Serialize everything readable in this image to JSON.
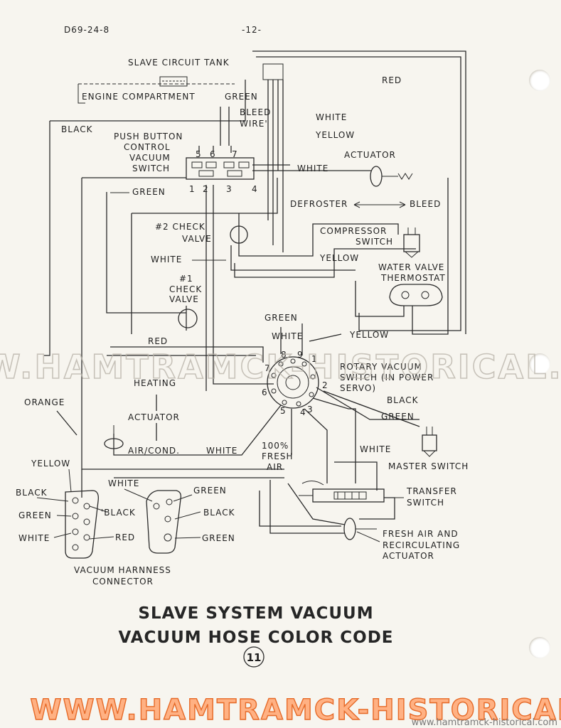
{
  "header": {
    "doc_id": "D69-24-8",
    "page_number": "-12-"
  },
  "labels": {
    "slave_circuit_tank": "SLAVE CIRCUIT TANK",
    "engine_compartment": "ENGINE COMPARTMENT",
    "green_top": "GREEN",
    "red_top": "RED",
    "black_left": "BLACK",
    "bleed_wire_1": "BLEED",
    "bleed_wire_2": "WIRE'",
    "white_top": "WHITE",
    "yellow_top": "YELLOW",
    "pushbutton_1": "PUSH BUTTON",
    "pushbutton_2": "CONTROL",
    "pushbutton_3": "VACUUM",
    "pushbutton_4": "SWITCH",
    "port_5": "5",
    "port_6": "6",
    "port_7": "7",
    "port_1": "1",
    "port_2": "2",
    "port_3": "3",
    "port_4": "4",
    "actuator_top": "ACTUATOR",
    "white_actuator": "WHITE",
    "green_left": "GREEN",
    "defroster": "DEFROSTER",
    "bleed_right": "BLEED",
    "check2_1": "#2 CHECK",
    "check2_2": "VALVE",
    "compressor_1": "COMPRESSOR",
    "compressor_2": "SWITCH",
    "white_mid": "WHITE",
    "yellow_mid": "YELLOW",
    "water_valve_1": "WATER VALVE",
    "water_valve_2": "THERMOSTAT",
    "check1_1": "#1",
    "check1_2": "CHECK",
    "check1_3": "VALVE",
    "green_mid": "GREEN",
    "red_mid": "RED",
    "white_rotary": "WHITE",
    "yellow_rotary": "YELLOW",
    "rotary_1": "ROTARY VACUUM",
    "rotary_2": "SWITCH (IN POWER",
    "rotary_3": "SERVO)",
    "r8": "8",
    "r9": "9",
    "r1": "1",
    "r7": "7",
    "r2": "2",
    "r6": "6",
    "r5": "5",
    "r4": "4",
    "r3": "3",
    "heating": "HEATING",
    "actuator_mid": "ACTUATOR",
    "aircond": "AIR/COND.",
    "white_aircond": "WHITE",
    "orange": "ORANGE",
    "black_right": "BLACK",
    "green_right": "GREEN",
    "fresh_1": "100%",
    "fresh_2": "FRESH",
    "fresh_3": "AIR",
    "white_master": "WHITE",
    "master_switch": "MASTER SWITCH",
    "transfer_1": "TRANSFER",
    "transfer_2": "SWITCH",
    "freshair_1": "FRESH AIR AND",
    "freshair_2": "RECIRCULATING",
    "freshair_3": "ACTUATOR",
    "h_yellow": "YELLOW",
    "h_white_top": "WHITE",
    "h_black_l": "BLACK",
    "h_green_l": "GREEN",
    "h_white_l": "WHITE",
    "h_black_m": "'BLACK",
    "h_red": "RED",
    "h_green_r1": "GREEN",
    "h_black_r": "BLACK",
    "h_green_r2": "GREEN",
    "harness_1": "VACUUM HARNNESS",
    "harness_2": "CONNECTOR"
  },
  "title": {
    "line1": "SLAVE SYSTEM VACUUM",
    "line2": "VACUUM HOSE COLOR CODE",
    "figure_number": "11"
  },
  "watermarks": {
    "main": "WWW.HAMTRAMCK-HISTORICAL.COM",
    "bottom": "WWW.HAMTRAMCK-HISTORICAL.COM",
    "corner": "www.hamtramck-historical.com"
  },
  "colors": {
    "ink": "#2a2a2a",
    "paper": "#f7f5ef",
    "watermark_orange": "#e66a28",
    "watermark_fill": "#ffb183"
  }
}
